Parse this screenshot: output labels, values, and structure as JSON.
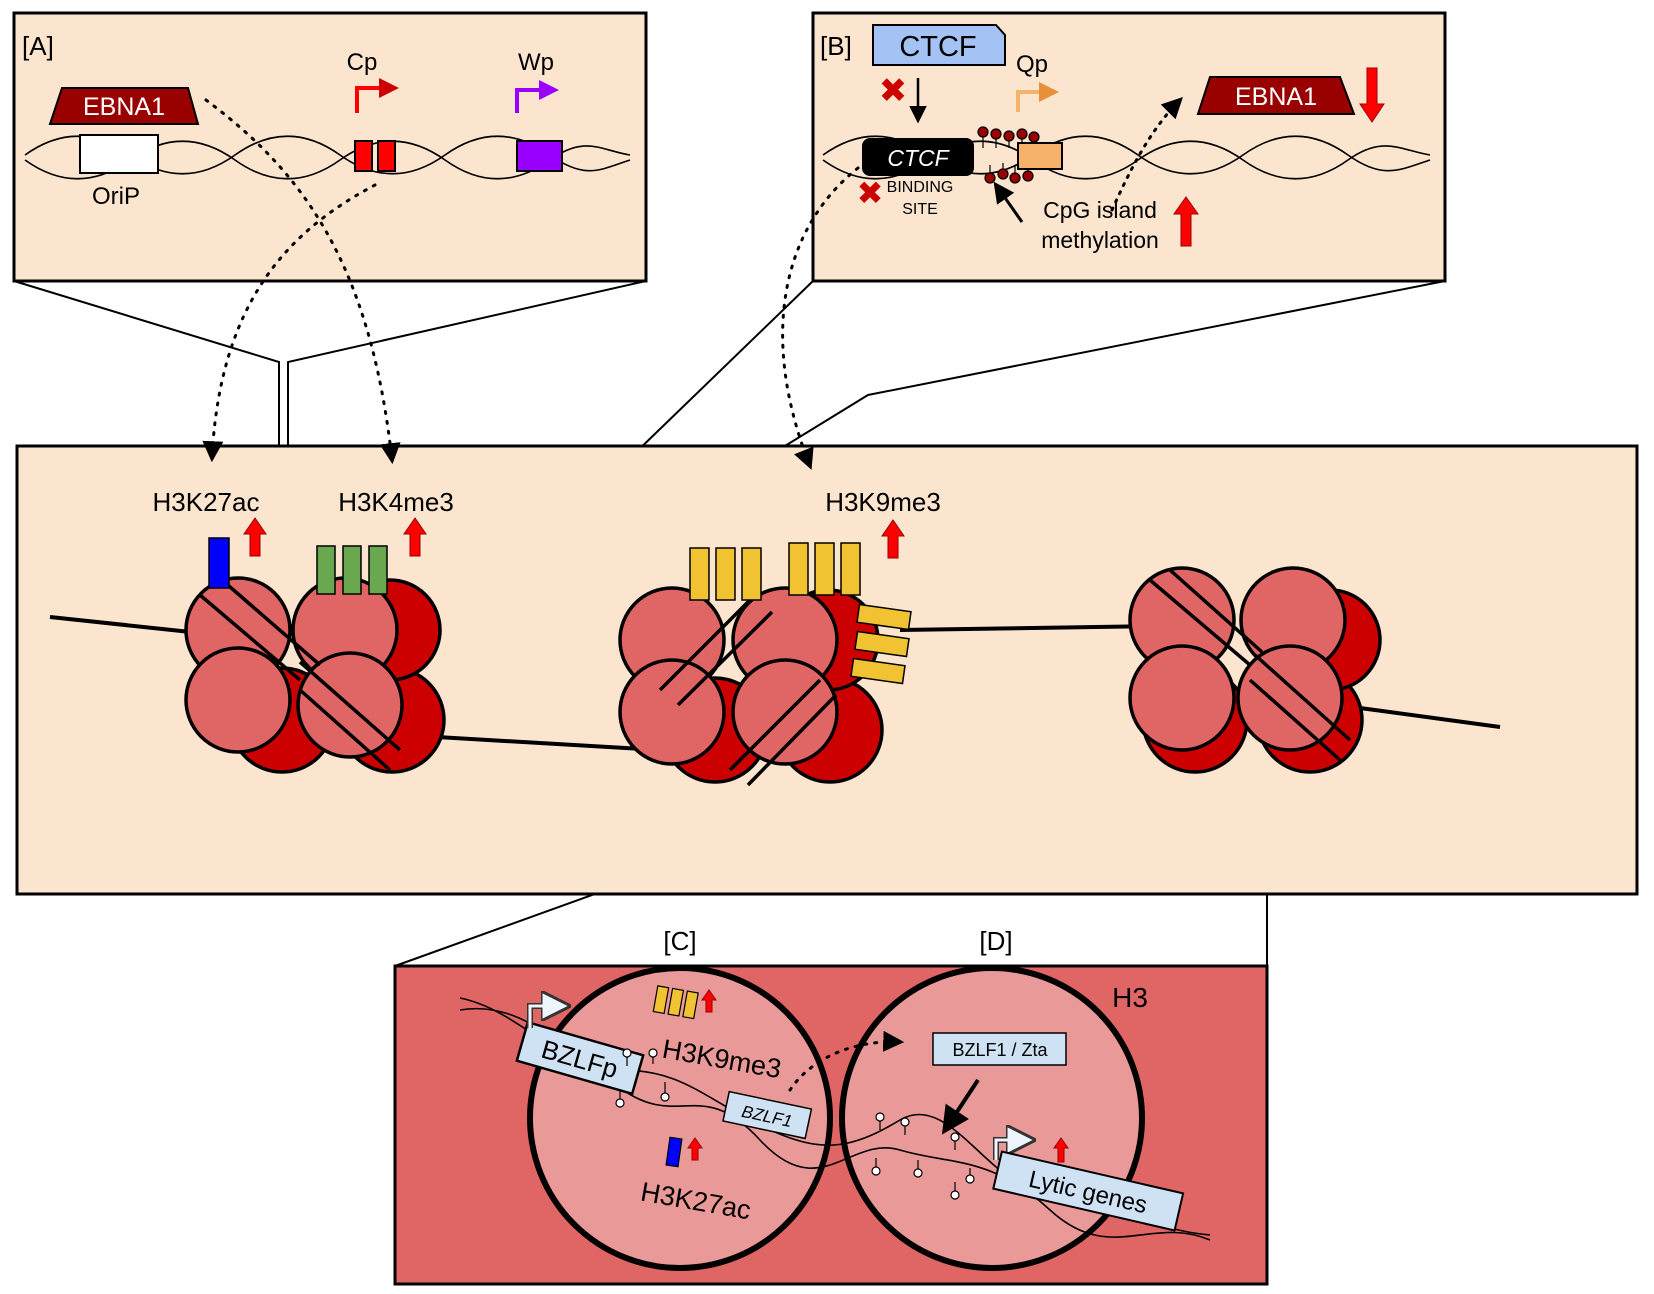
{
  "panel_a": {
    "tag": "[A]",
    "protein": "EBNA1",
    "element": "OriP",
    "promoter_1": "Cp",
    "promoter_2": "Wp"
  },
  "panel_b": {
    "tag": "[B]",
    "protein": "CTCF",
    "site_label": "CTCF",
    "site_caption_1": "BINDING",
    "site_caption_2": "SITE",
    "promoter": "Qp",
    "ebna1": "EBNA1",
    "cpg_line_1": "CpG island",
    "cpg_line_2": "methylation"
  },
  "chromatin": {
    "mark_1": "H3K27ac",
    "mark_2": "H3K4me3",
    "mark_3": "H3K9me3"
  },
  "zoom": {
    "tag_c": "[C]",
    "tag_d": "[D]",
    "histone": "H3",
    "promoter_box": "BZLFp",
    "gene_box": "BZLF1",
    "mark_c_1": "H3K9me3",
    "mark_c_2": "H3K27ac",
    "protein_box": "BZLF1 / Zta",
    "target_box": "Lytic genes"
  },
  "colors": {
    "panel_bg": "#fbe5cf",
    "nucleosome": "#e06666",
    "nucleosome_dark": "#cc0000",
    "h3k27ac": "#0000ff",
    "h3k4me3": "#6aa84f",
    "h3k9me3": "#f1c232",
    "ebna1": "#990000",
    "ctcf_box": "#a4c2f4",
    "cp": "#ff0000",
    "wp": "#9900ff",
    "qp": "#f6b26b",
    "zoom_bg": "#e06666",
    "zoom_circle": "#ea9999",
    "gene_box": "#cfe2f3"
  }
}
